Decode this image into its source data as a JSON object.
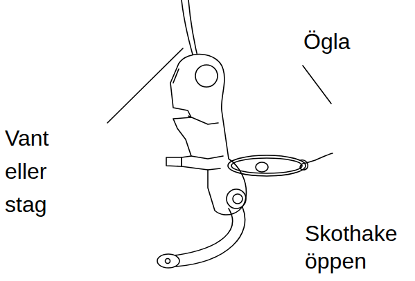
{
  "diagram": {
    "labels": [
      "Vant eller stag",
      "Ögla",
      "Skothake öppen"
    ]
  }
}
